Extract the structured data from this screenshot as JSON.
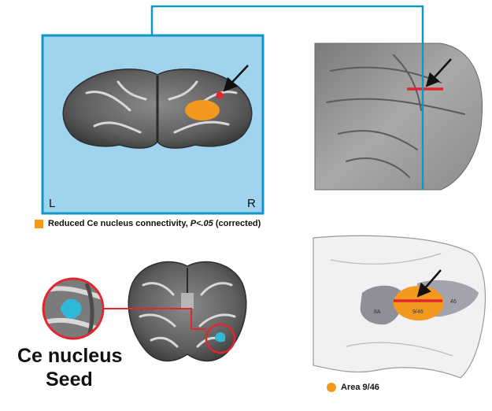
{
  "panel_top": {
    "side_left": "L",
    "side_right": "R",
    "legend_label_prefix": "Reduced Ce nucleus connectivity, ",
    "legend_label_stat": "P<.05",
    "legend_label_suffix": " (corrected)"
  },
  "panel_bottom": {
    "seed_label_line1": "Ce nucleus",
    "seed_label_line2": "Seed",
    "area_label_46": "46",
    "area_label_946": "9/46",
    "area_label_8a": "8A",
    "legend_label": "Area 9/46"
  },
  "colors": {
    "panel_bg": "#9fd3ee",
    "frame": "#1296c8",
    "highlight_orange": "#f39a1e",
    "marker_red": "#e3262e",
    "seed_cyan": "#2fb9d6"
  }
}
